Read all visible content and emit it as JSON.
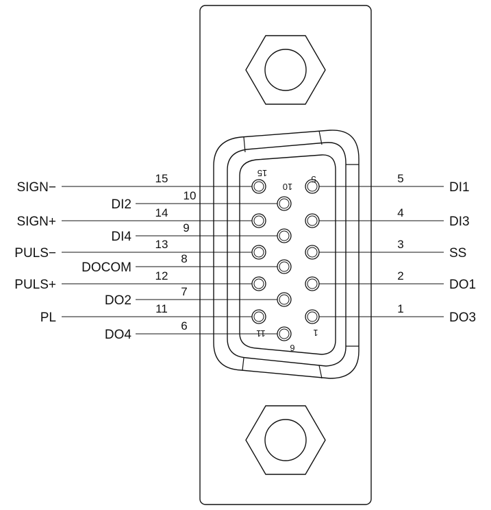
{
  "connector": {
    "colors": {
      "stroke": "#111111",
      "background": "#ffffff"
    },
    "orientation_marks": [
      "15",
      "10",
      "5",
      "11",
      "6",
      "1"
    ],
    "pins": [
      {
        "pin": "15",
        "signal": "SIGN−"
      },
      {
        "pin": "10",
        "signal": "DI2"
      },
      {
        "pin": "14",
        "signal": "SIGN+"
      },
      {
        "pin": "9",
        "signal": "DI4"
      },
      {
        "pin": "13",
        "signal": "PULS−"
      },
      {
        "pin": "8",
        "signal": "DOCOM"
      },
      {
        "pin": "12",
        "signal": "PULS+"
      },
      {
        "pin": "7",
        "signal": "DO2"
      },
      {
        "pin": "11",
        "signal": "PL"
      },
      {
        "pin": "6",
        "signal": "DO4"
      },
      {
        "pin": "5",
        "signal": "DI1"
      },
      {
        "pin": "4",
        "signal": "DI3"
      },
      {
        "pin": "3",
        "signal": "SS"
      },
      {
        "pin": "2",
        "signal": "DO1"
      },
      {
        "pin": "1",
        "signal": "DO3"
      }
    ]
  }
}
